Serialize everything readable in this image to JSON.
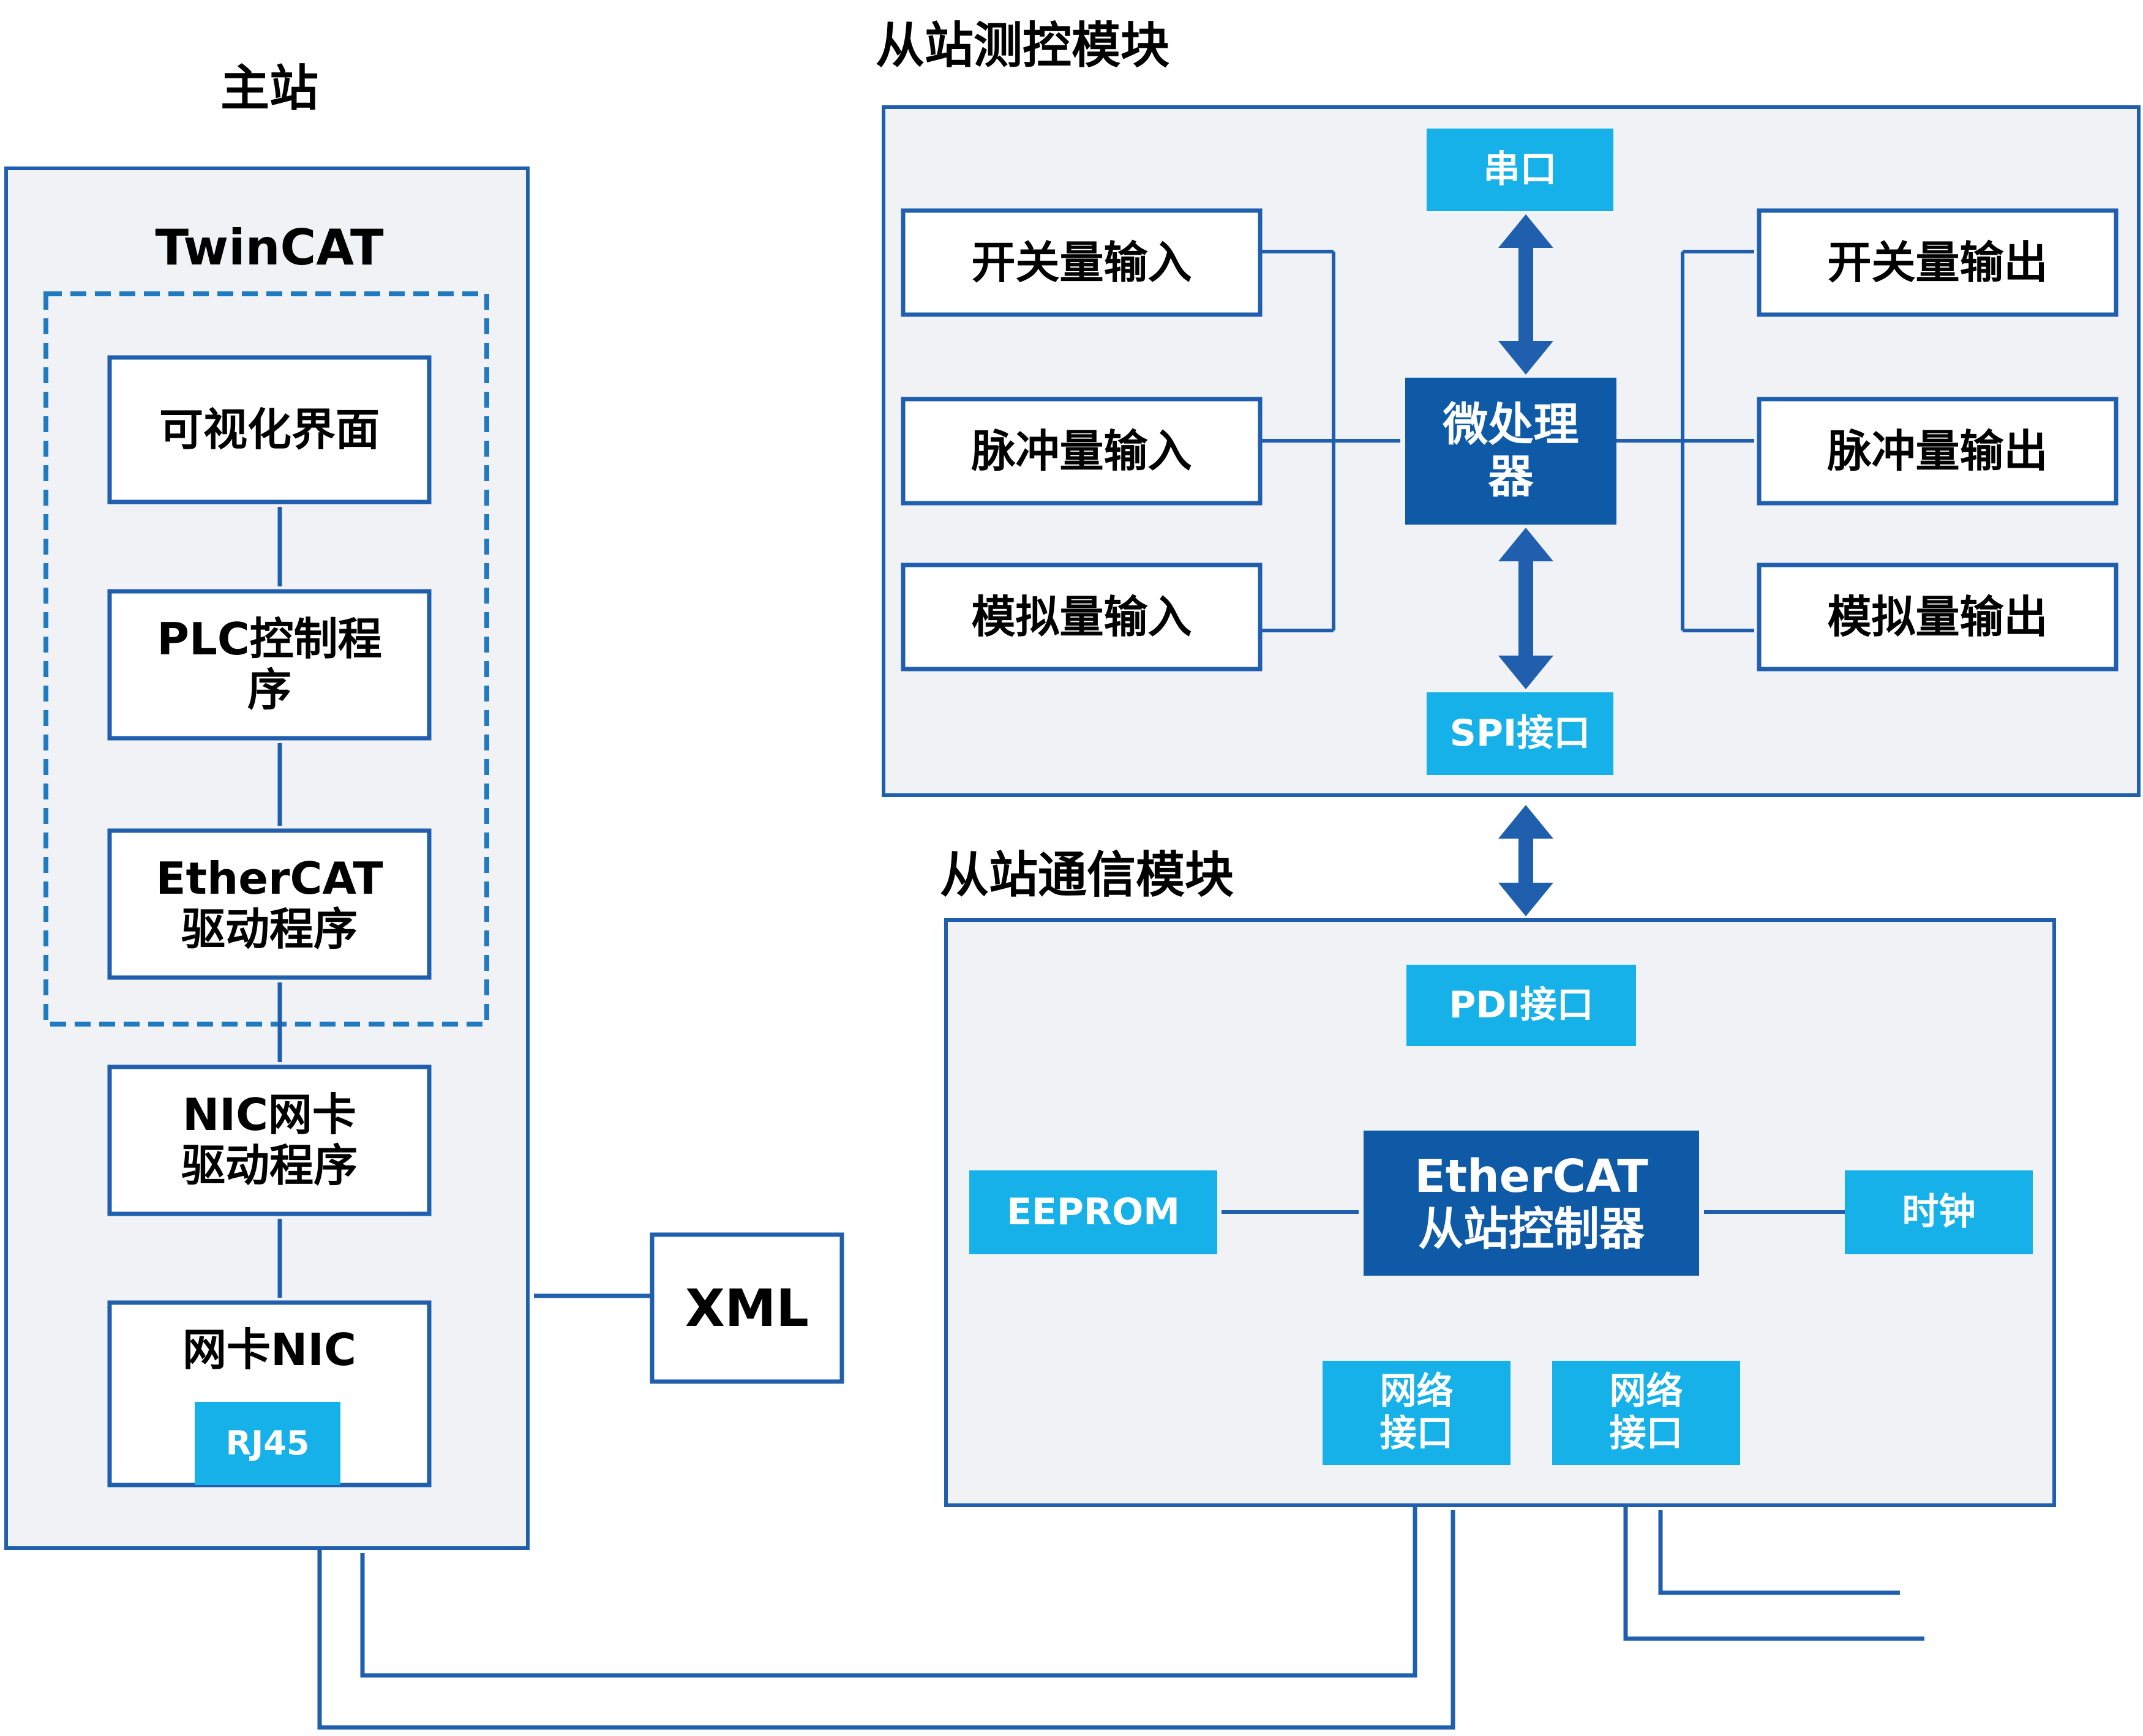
{
  "colors": {
    "line": "#1f5fad",
    "panel_bg": "#f0f2f6",
    "cyan": "#17b1e9",
    "dark": "#0f5aa6"
  },
  "master": {
    "title": "主站",
    "twincat": "TwinCAT",
    "hmi": "可视化界面",
    "plc": "PLC控制程\n序",
    "ecat_driver": "EtherCAT\n驱动程序",
    "nic_driver": "NIC网卡\n驱动程序",
    "nic": "网卡NIC",
    "rj45": "RJ45"
  },
  "xml": "XML",
  "measure": {
    "title": "从站测控模块",
    "serial": "串口",
    "spi": "SPI接口",
    "mcu": "微处理\n器",
    "inputs": [
      "开关量输入",
      "脉冲量输入",
      "模拟量输入"
    ],
    "outputs": [
      "开关量输出",
      "脉冲量输出",
      "模拟量输出"
    ]
  },
  "comm": {
    "title": "从站通信模块",
    "pdi": "PDI接口",
    "eeprom": "EEPROM",
    "clock": "时钟",
    "esc": "EtherCAT\n从站控制器",
    "port1": "网络\n接口",
    "port2": "网络\n接口"
  }
}
